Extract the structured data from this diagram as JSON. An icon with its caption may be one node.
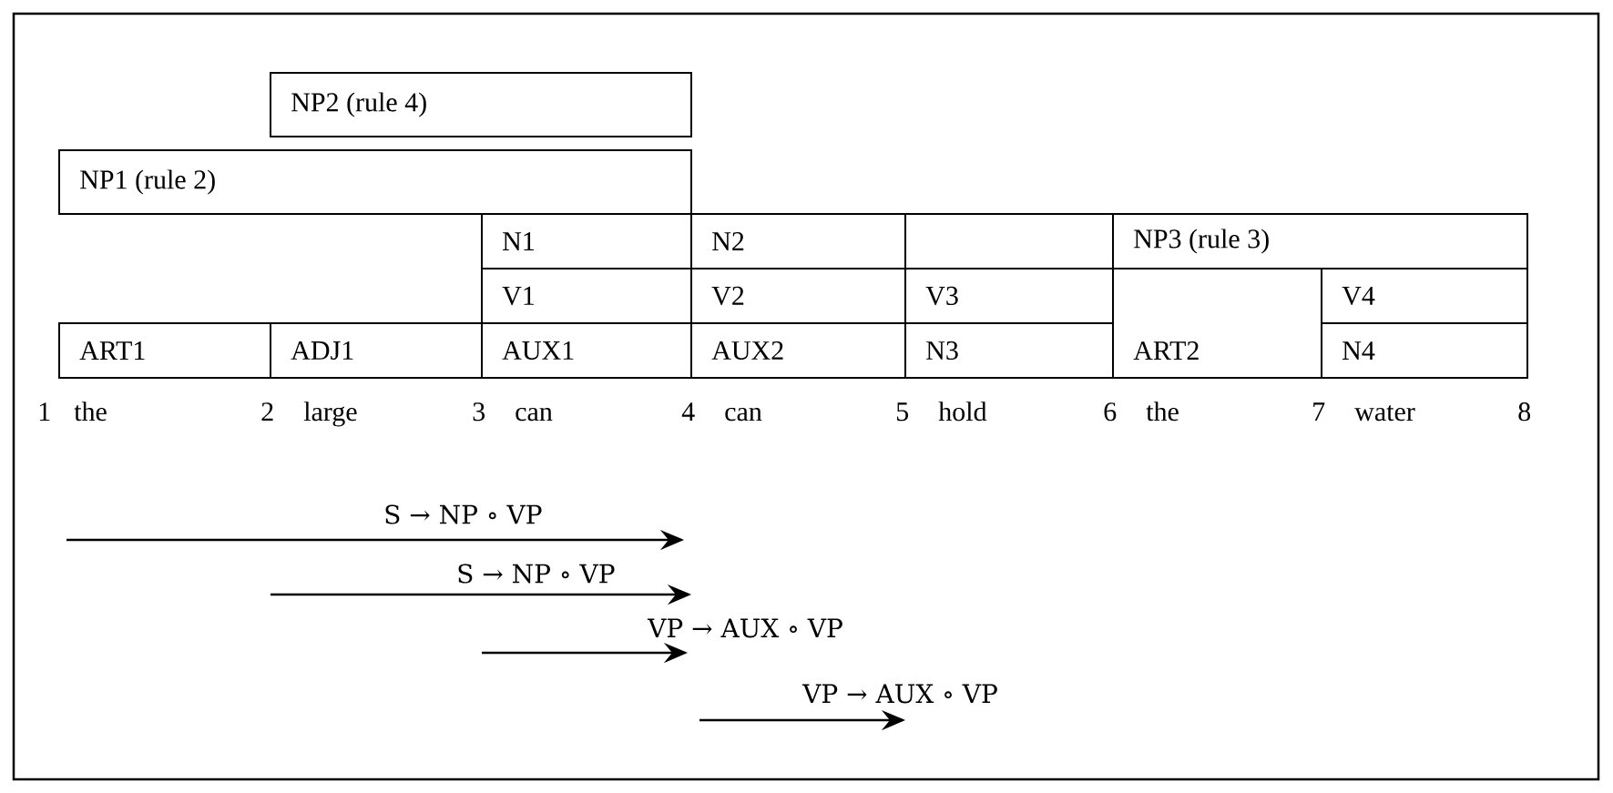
{
  "diagram": {
    "nodes": [
      {
        "text": [
          "NP2 (rule 4)"
        ]
      },
      {
        "text": [
          "NP1 (rule 2)"
        ]
      },
      {
        "text": [
          "N1"
        ]
      },
      {
        "text": [
          "N2"
        ]
      },
      {
        "text": [],
        "shape": "box"
      },
      {
        "text": [
          "NP3 (rule 3)"
        ]
      },
      {
        "text": [
          "V1"
        ]
      },
      {
        "text": [
          "V2"
        ]
      },
      {
        "text": [
          "V3"
        ]
      },
      {
        "text": [
          "V4"
        ]
      },
      {
        "text": [
          "ART1"
        ]
      },
      {
        "text": [
          "ADJ1"
        ]
      },
      {
        "text": [
          "AUX1"
        ]
      },
      {
        "text": [
          "AUX2"
        ]
      },
      {
        "text": [
          "N3"
        ]
      },
      {
        "text": [
          "ART2"
        ]
      },
      {
        "text": [
          "N4"
        ]
      }
    ],
    "labels": [
      "1",
      "the",
      "2",
      "large",
      "3",
      "can",
      "4",
      "can",
      "5",
      "hold",
      "6",
      "the",
      "7",
      "water",
      "8",
      "S → NP ∘ VP",
      "S → NP ∘ VP",
      "VP → AUX ∘ VP",
      "VP → AUX ∘ VP"
    ]
  }
}
